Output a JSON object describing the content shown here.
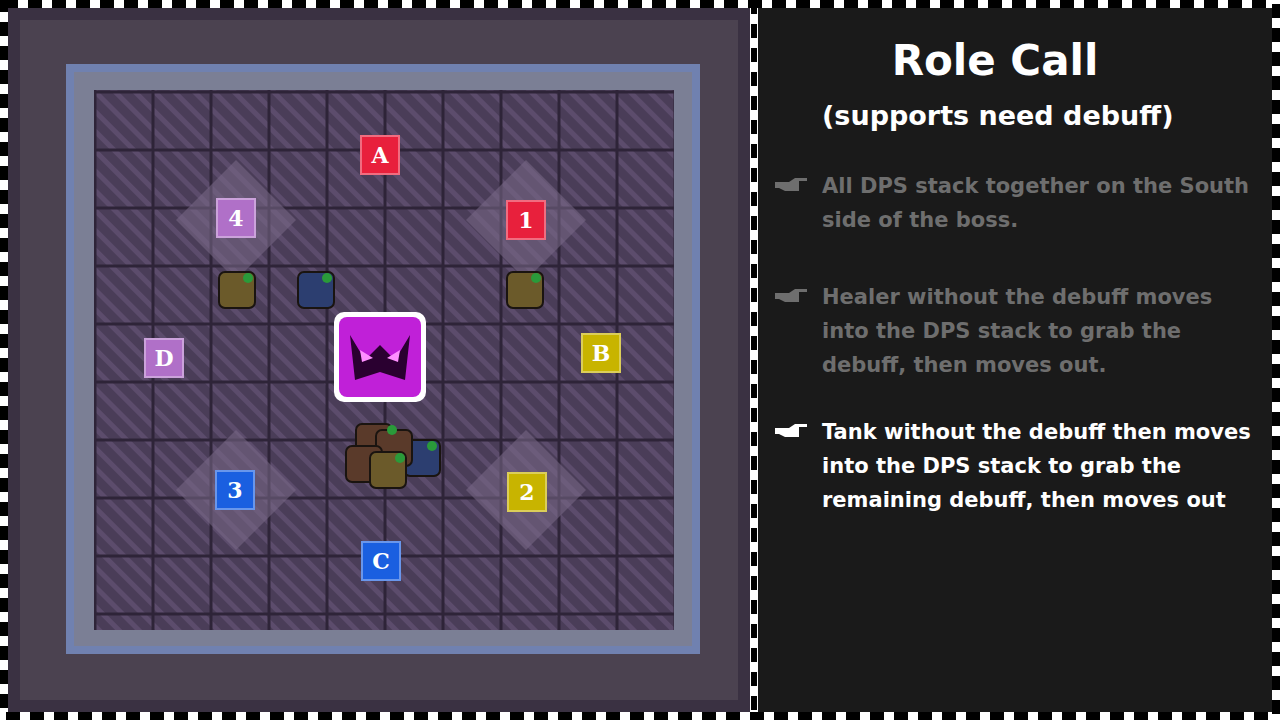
{
  "diagram": {
    "title": "Role Call",
    "nodes": [
      {
        "text": [
          "A"
        ]
      },
      {
        "text": [
          "4"
        ]
      },
      {
        "text": [
          "1"
        ]
      },
      {
        "text": [
          "D"
        ]
      },
      {
        "text": [
          "B"
        ]
      },
      {
        "text": [
          "3"
        ]
      },
      {
        "text": [
          "2"
        ]
      },
      {
        "text": [
          "C"
        ]
      }
    ],
    "labels": [
      "(supports need debuff)",
      "All DPS stack together on the South side of the boss.",
      "Healer without the debuff moves into the DPS stack to grab the debuff, then moves out.",
      "Tank without the debuff then moves into the DPS stack to grab the remaining debuff, then moves out"
    ]
  }
}
